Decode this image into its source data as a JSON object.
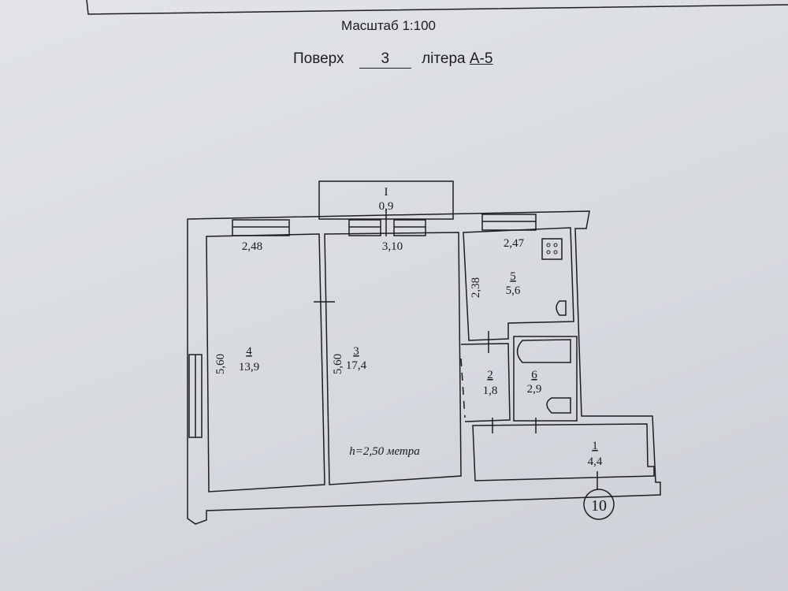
{
  "header": {
    "scale_label": "Масштаб 1:100",
    "floor_label": "Поверх",
    "floor_value": "3",
    "letter_label": "літера",
    "letter_value": "А-5"
  },
  "plan": {
    "ceiling_height": "h=2,50 метра",
    "apartment_number": "10",
    "rooms": [
      {
        "number": "1",
        "area": "4,4"
      },
      {
        "number": "2",
        "area": "1,8"
      },
      {
        "number": "3",
        "area": "17,4"
      },
      {
        "number": "4",
        "area": "13,9"
      },
      {
        "number": "5",
        "area": "5,6"
      },
      {
        "number": "6",
        "area": "2,9"
      },
      {
        "number": "I",
        "area": "0,9"
      }
    ],
    "dimensions": {
      "room4_width": "2,48",
      "room4_length": "5,60",
      "room3_width": "3,10",
      "room3_length": "5,60",
      "room5_width": "2,47",
      "room5_length": "2,38"
    }
  }
}
